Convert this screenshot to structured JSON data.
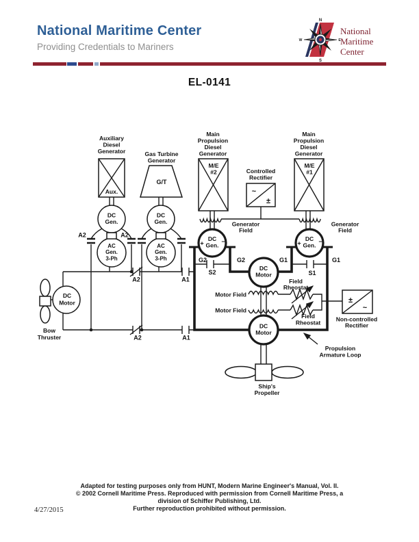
{
  "colors": {
    "header_blue": "#2e5f96",
    "tagline_gray": "#8e8e8e",
    "rule_maroon": "#8e2330",
    "rule_blue": "#2e4b8e",
    "rule_lightblue": "#8fa8c8",
    "logo_red": "#c23240",
    "logo_navy": "#2a3560",
    "logo_text_maroon": "#7d2230",
    "ink": "#1a1a1a"
  },
  "header": {
    "title": "National Maritime Center",
    "tagline": "Providing Credentials to Mariners",
    "logo": {
      "line1": "National",
      "line2": "Maritime",
      "line3": "Center",
      "n": "N",
      "s": "S",
      "w": "W",
      "e": "E"
    }
  },
  "doc_title": "EL-0141",
  "diagram": {
    "aux_gen": {
      "l1": "Auxiliary",
      "l2": "Diesel",
      "l3": "Generator",
      "tag": "Aux."
    },
    "gt_gen": {
      "l1": "Gas Turbine",
      "l2": "Generator",
      "tag": "G/T"
    },
    "main_gen": {
      "l1": "Main",
      "l2": "Propulsion",
      "l3": "Diesel",
      "l4": "Generator",
      "me": "M/E",
      "unit2": "#2",
      "unit1": "#1"
    },
    "machines": {
      "dc": "DC",
      "gen": "Gen.",
      "ac": "AC",
      "three_ph": "3-Ph",
      "motor": "Motor",
      "plus": "+",
      "minus": "−"
    },
    "controlled_rectifier": {
      "l1": "Controlled",
      "l2": "Rectifier",
      "ac": "~",
      "dc": "±"
    },
    "non_controlled_rectifier": {
      "l1": "Non-controlled",
      "l2": "Rectifier",
      "ac": "~",
      "dc": "±"
    },
    "generator_field": {
      "l1": "Generator",
      "l2": "Field"
    },
    "motor_field": "Motor Field",
    "field_rheostat": {
      "l1": "Field",
      "l2": "Rheostat"
    },
    "terminals": {
      "g2": "G2",
      "g1": "G1",
      "s2": "S2",
      "s1": "S1",
      "a2": "A2",
      "a1": "A1"
    },
    "armature_loop": {
      "l1": "Propulsion",
      "l2": "Armature Loop"
    },
    "bow_thruster": {
      "l1": "Bow",
      "l2": "Thruster"
    },
    "ships_propeller": {
      "l1": "Ship's",
      "l2": "Propeller"
    }
  },
  "footer": {
    "lines": [
      "Adapted for testing purposes only from HUNT, Modern Marine Engineer's Manual, Vol. II.",
      "© 2002 Cornell Maritime Press. Reproduced with permission from Cornell Maritime Press, a",
      "division of Schiffer Publishing, Ltd.",
      "Further reproduction prohibited without permission."
    ],
    "date": "4/27/2015"
  }
}
